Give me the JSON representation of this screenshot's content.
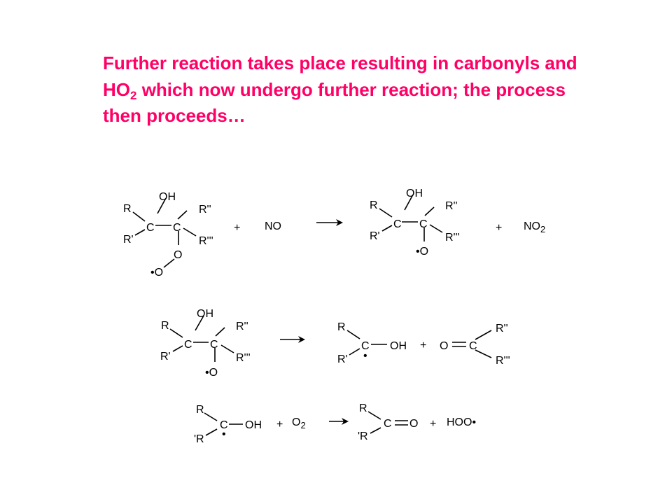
{
  "title": {
    "part1": "Further reaction takes place resulting in carbonyls and HO",
    "sub": "2",
    "part2": " which now undergo further reaction; the process then proceeds…"
  },
  "labels": {
    "r": "R",
    "r1": "R'",
    "r2": "R''",
    "r3": "R'''",
    "r1b": "'R",
    "c": "C",
    "oh": "OH",
    "o": "O",
    "o_rad": "•O",
    "radical": "•",
    "plus": "+",
    "no": "NO",
    "no2_base": "NO",
    "o2_base": "O",
    "two": "2",
    "hoo": "HOO•"
  },
  "colors": {
    "title": "#ff0066",
    "ink": "#000000"
  }
}
